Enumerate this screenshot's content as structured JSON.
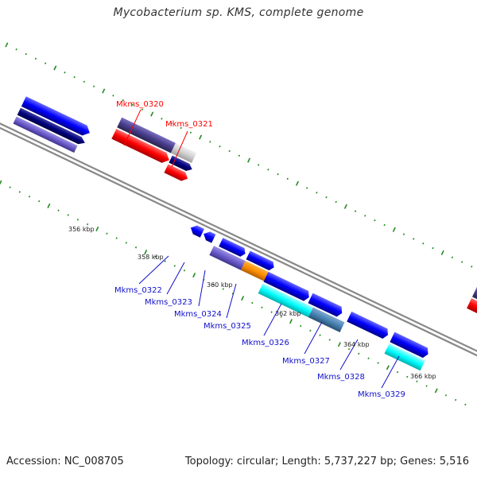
{
  "title": "Mycobacterium sp. KMS, complete genome",
  "footer": {
    "accession": "Accession: NC_008705",
    "summary": "Topology: circular; Length: 5,737,227 bp; Genes: 5,516"
  },
  "scale_labels": [
    "356 kbp",
    "358 kbp",
    "360 kbp",
    "362 kbp",
    "364 kbp",
    "366 kbp"
  ],
  "gene_labels": {
    "top": [
      "Mkms_0320",
      "Mkms_0321"
    ],
    "bottom": [
      "Mkms_0322",
      "Mkms_0323",
      "Mkms_0324",
      "Mkms_0325",
      "Mkms_0326",
      "Mkms_0327",
      "Mkms_0328",
      "Mkms_0329"
    ]
  },
  "colors": {
    "red_gene": "#ff0000",
    "blue_gene": "#0000ff",
    "purple_gene": "#6a5acd",
    "orange_gene": "#ff8c00",
    "cyan_gene": "#00ffff",
    "steelblue_gene": "#4682b4",
    "tick": "#228b22",
    "backbone": "#888888"
  }
}
